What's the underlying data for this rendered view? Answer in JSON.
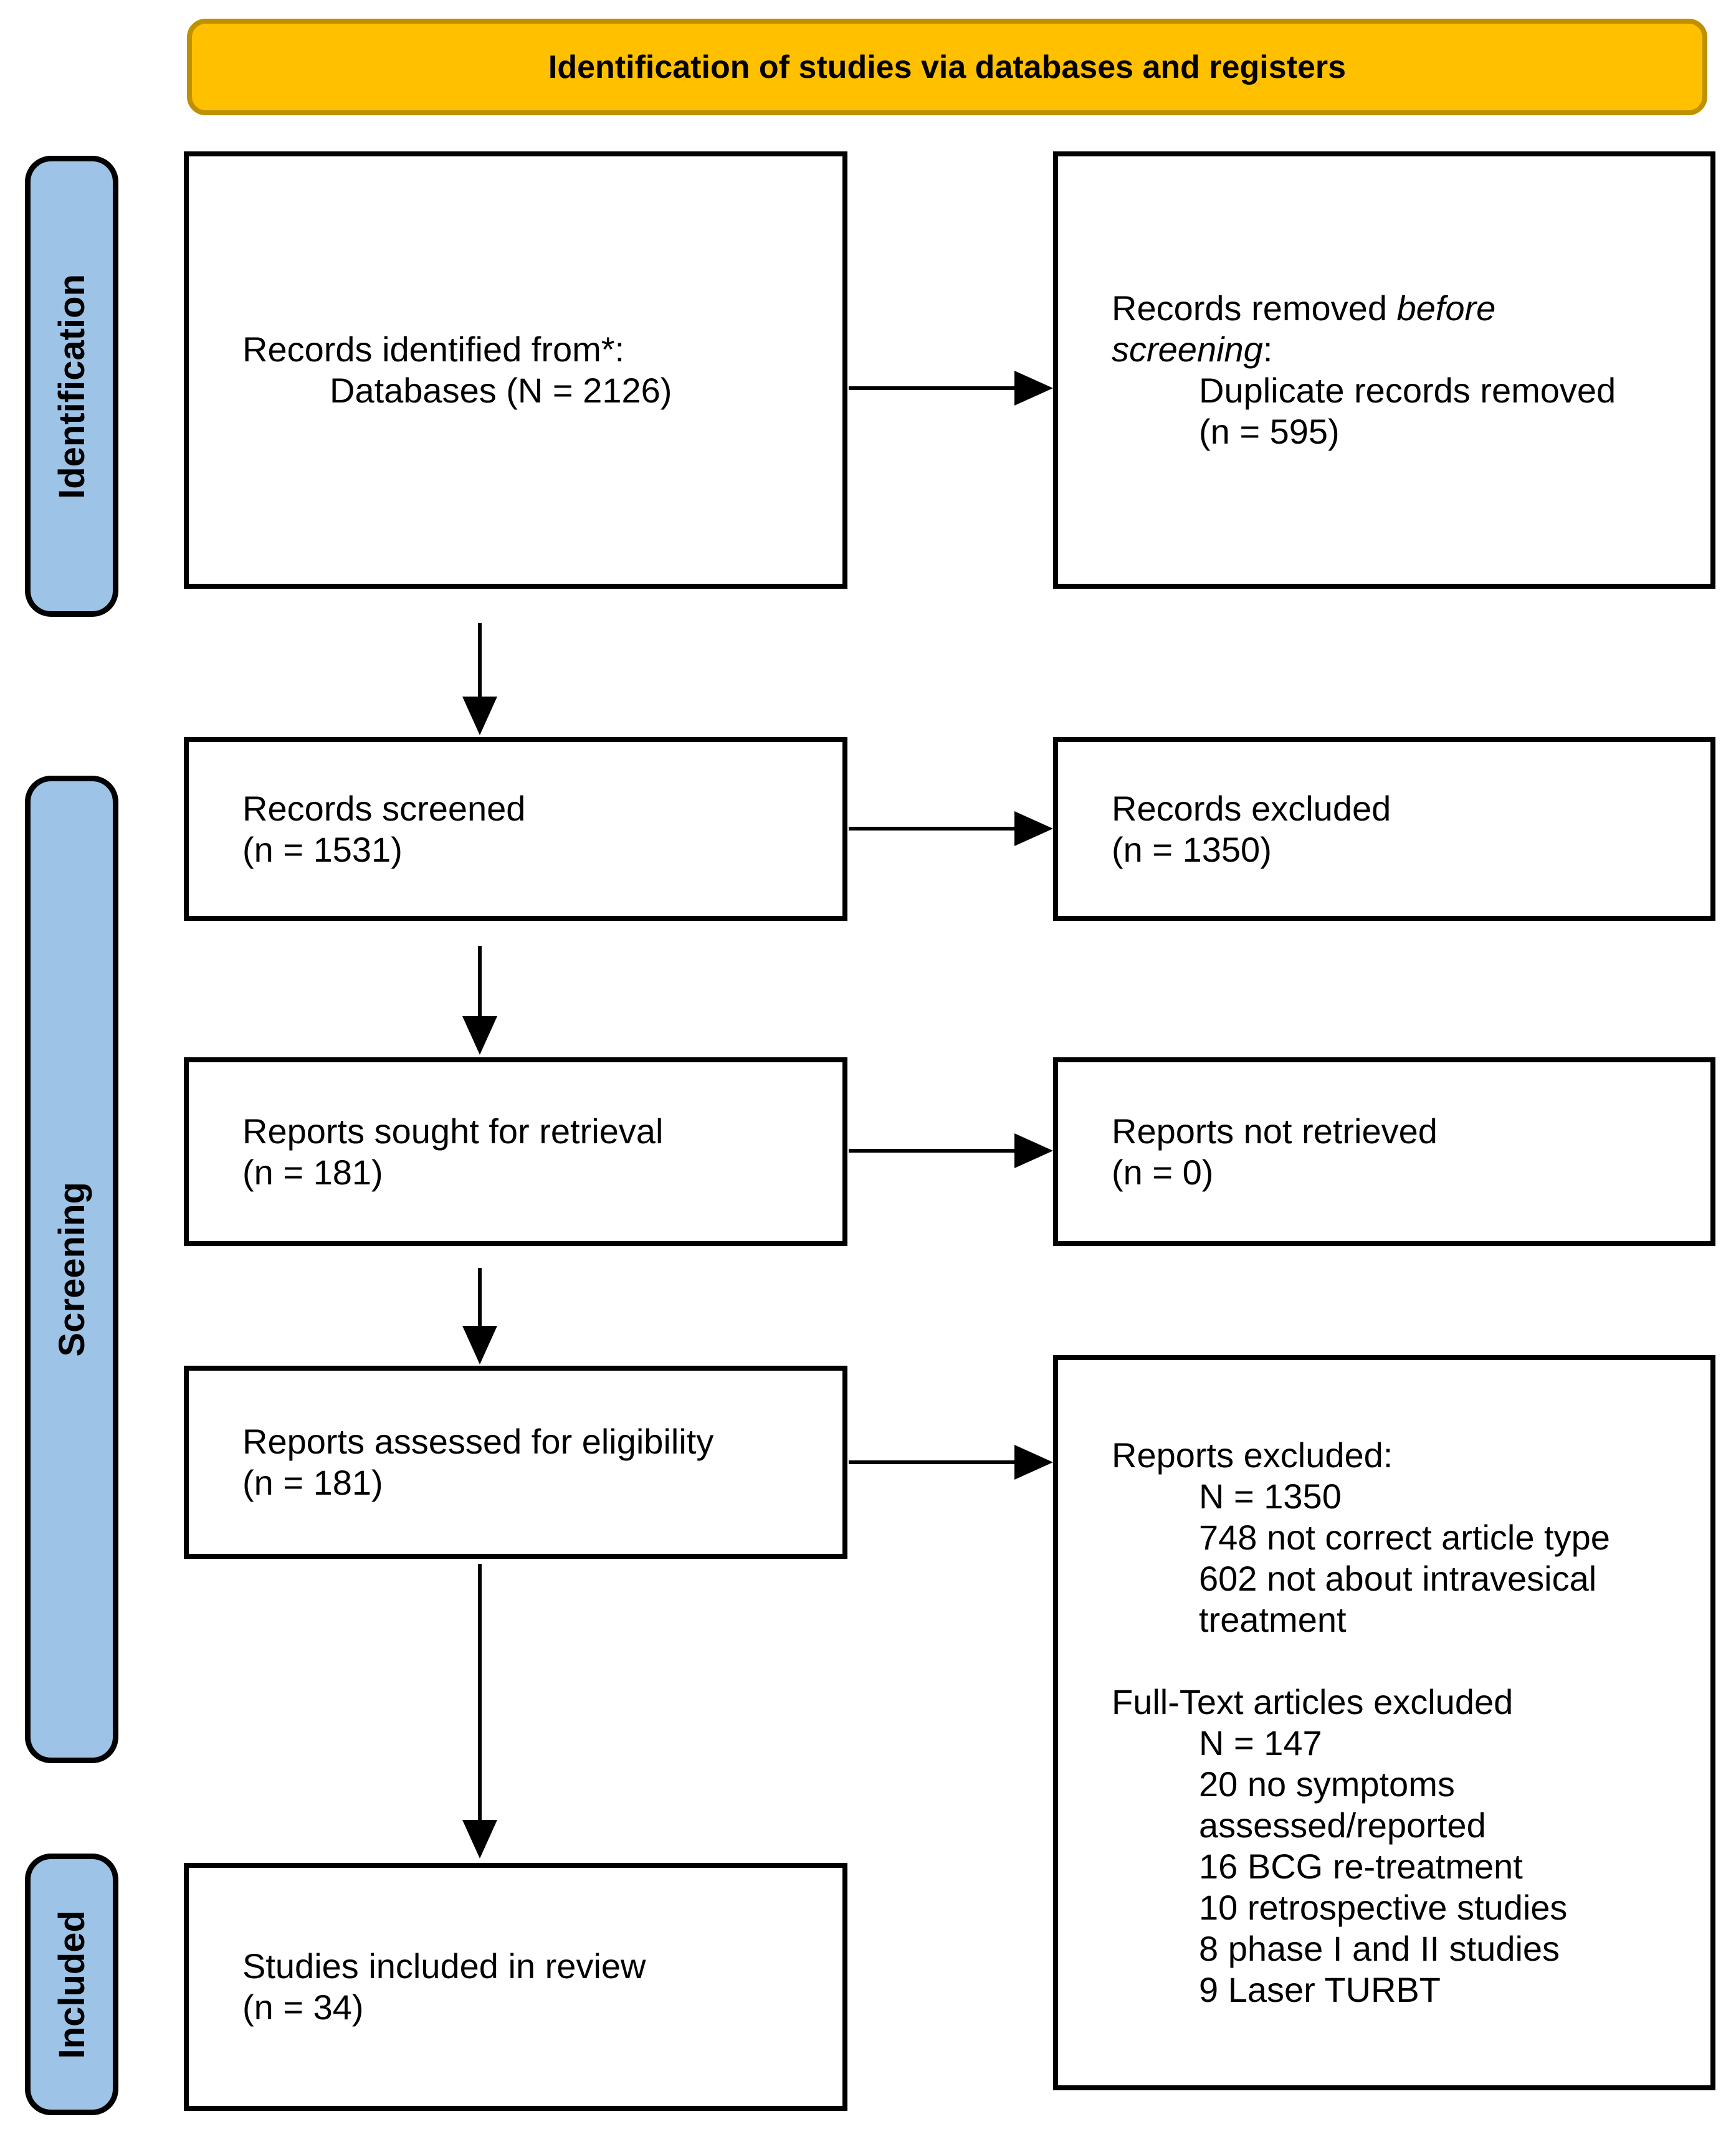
{
  "banner": {
    "title": "Identification of studies via databases and registers"
  },
  "colors": {
    "banner_fill": "#FFC000",
    "banner_border": "#BF9000",
    "stage_fill": "#9DC3E6",
    "box_border": "#000000",
    "background": "#FFFFFF",
    "text": "#000000"
  },
  "stages": [
    {
      "label": "Identification"
    },
    {
      "label": "Screening"
    },
    {
      "label": "Included"
    }
  ],
  "boxes": {
    "records_identified": {
      "lines": [
        {
          "text": "Records identified from*:"
        },
        {
          "text": "Databases (N = 2126)",
          "indent": true
        }
      ]
    },
    "records_removed": {
      "lines": [
        {
          "pre": "Records removed ",
          "italic": "before"
        },
        {
          "italic": "screening",
          "post": ":"
        },
        {
          "text": "Duplicate records removed",
          "indent": true
        },
        {
          "text": "(n = 595)",
          "indent": true
        }
      ]
    },
    "records_screened": {
      "lines": [
        {
          "text": "Records screened"
        },
        {
          "text": "(n = 1531)"
        }
      ]
    },
    "records_excluded": {
      "lines": [
        {
          "text": "Records excluded"
        },
        {
          "text": "(n = 1350)"
        }
      ]
    },
    "reports_sought": {
      "lines": [
        {
          "text": "Reports sought for retrieval"
        },
        {
          "text": "(n = 181)"
        }
      ]
    },
    "reports_not_retrieved": {
      "lines": [
        {
          "text": "Reports not retrieved"
        },
        {
          "text": "(n = 0)"
        }
      ]
    },
    "reports_assessed": {
      "lines": [
        {
          "text": "Reports assessed for eligibility"
        },
        {
          "text": "(n = 181)"
        }
      ]
    },
    "reports_excluded": {
      "lines": [
        {
          "text": "Reports excluded:"
        },
        {
          "text": "N = 1350",
          "indent": true
        },
        {
          "text": "748 not correct article type",
          "indent": true
        },
        {
          "text": "602 not about intravesical",
          "indent": true
        },
        {
          "text": "treatment",
          "indent": true
        },
        {
          "text": ""
        },
        {
          "text": "Full-Text articles excluded"
        },
        {
          "text": "N = 147",
          "indent": true
        },
        {
          "text": "20 no symptoms",
          "indent": true
        },
        {
          "text": "assessed/reported",
          "indent": true
        },
        {
          "text": "16 BCG re-treatment",
          "indent": true
        },
        {
          "text": "10 retrospective studies",
          "indent": true
        },
        {
          "text": "8 phase I and II studies",
          "indent": true
        },
        {
          "text": "9 Laser TURBT",
          "indent": true
        }
      ]
    },
    "studies_included": {
      "lines": [
        {
          "text": "Studies included in review"
        },
        {
          "text": "(n = 34)"
        }
      ]
    }
  }
}
